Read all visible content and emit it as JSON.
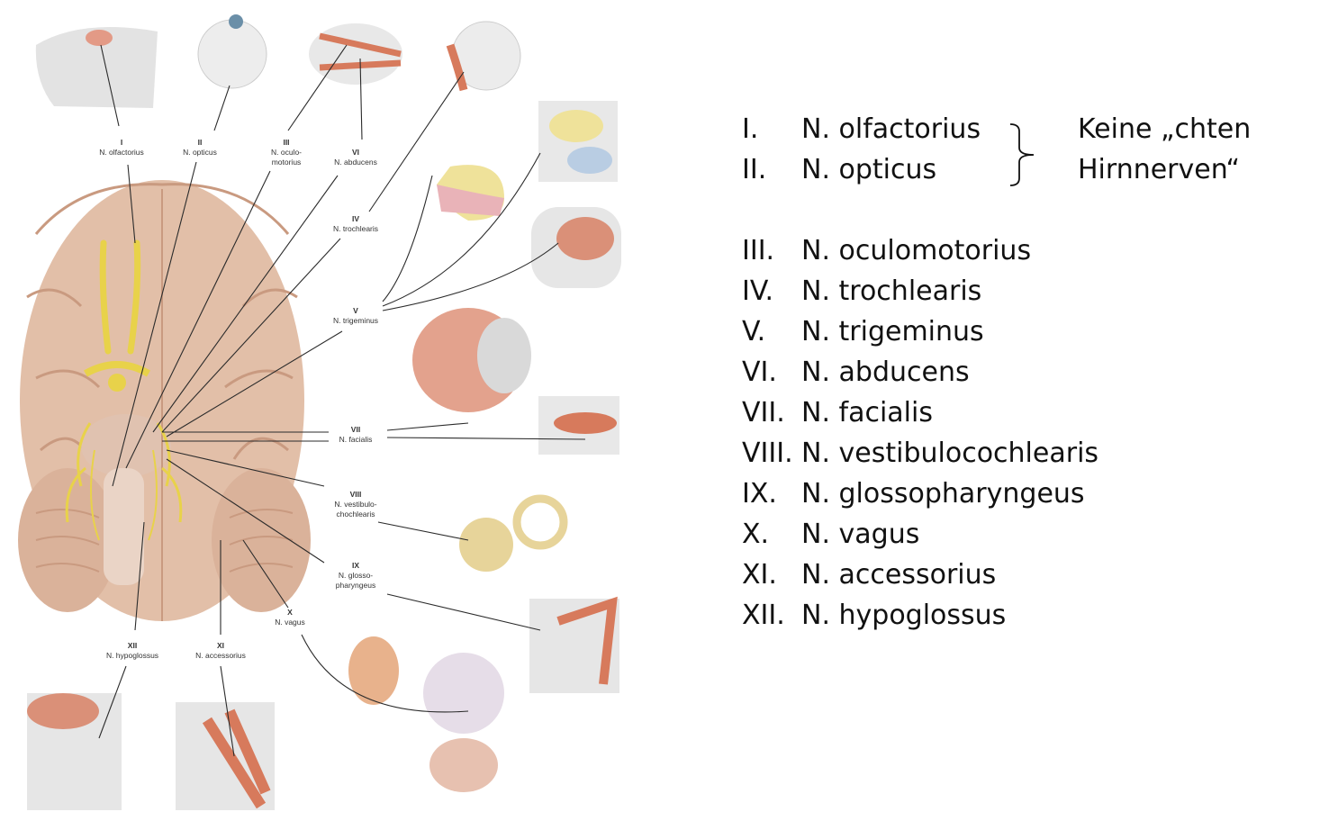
{
  "illustration": {
    "labels": [
      {
        "num": "I",
        "name": "N. olfactorius"
      },
      {
        "num": "II",
        "name": "N. opticus"
      },
      {
        "num": "III",
        "name": "N. oculo-",
        "name2": "motorius"
      },
      {
        "num": "VI",
        "name": "N. abducens"
      },
      {
        "num": "IV",
        "name": "N. trochlearis"
      },
      {
        "num": "V",
        "name": "N. trigeminus"
      },
      {
        "num": "VII",
        "name": "N. facialis"
      },
      {
        "num": "VIII",
        "name": "N. vestibulo-",
        "name2": "chochlearis"
      },
      {
        "num": "IX",
        "name": "N. glosso-",
        "name2": "pharyngeus"
      },
      {
        "num": "X",
        "name": "N. vagus"
      },
      {
        "num": "XII",
        "name": "N. hypoglossus"
      },
      {
        "num": "XI",
        "name": "N. accessorius"
      }
    ],
    "colors": {
      "brain": "#e2bfa8",
      "brain_dark": "#c99a80",
      "nerve": "#e8d24a",
      "muscle": "#d77a5c",
      "bone": "#e6e6e6",
      "sensory_yellow": "#efe29a",
      "sensory_pink": "#e9b3b8",
      "sensory_blue": "#b9cde3"
    }
  },
  "nerve_list": [
    {
      "num": "I.",
      "name": "N. olfactorius"
    },
    {
      "num": "II.",
      "name": "N. opticus"
    },
    {
      "num": "III.",
      "name": "N. oculomotorius"
    },
    {
      "num": "IV.",
      "name": "N. trochlearis"
    },
    {
      "num": "V.",
      "name": "N. trigeminus"
    },
    {
      "num": "VI.",
      "name": "N. abducens"
    },
    {
      "num": "VII.",
      "name": "N. facialis"
    },
    {
      "num": "VIII.",
      "name": "N. vestibulocochlearis"
    },
    {
      "num": "IX.",
      "name": "N. glossopharyngeus"
    },
    {
      "num": "X.",
      "name": "N. vagus"
    },
    {
      "num": "XI.",
      "name": "N. accessorius"
    },
    {
      "num": "XII.",
      "name": "N. hypoglossus"
    }
  ],
  "note": {
    "line1": "Keine „chten",
    "line2": "Hirnnerven“"
  }
}
